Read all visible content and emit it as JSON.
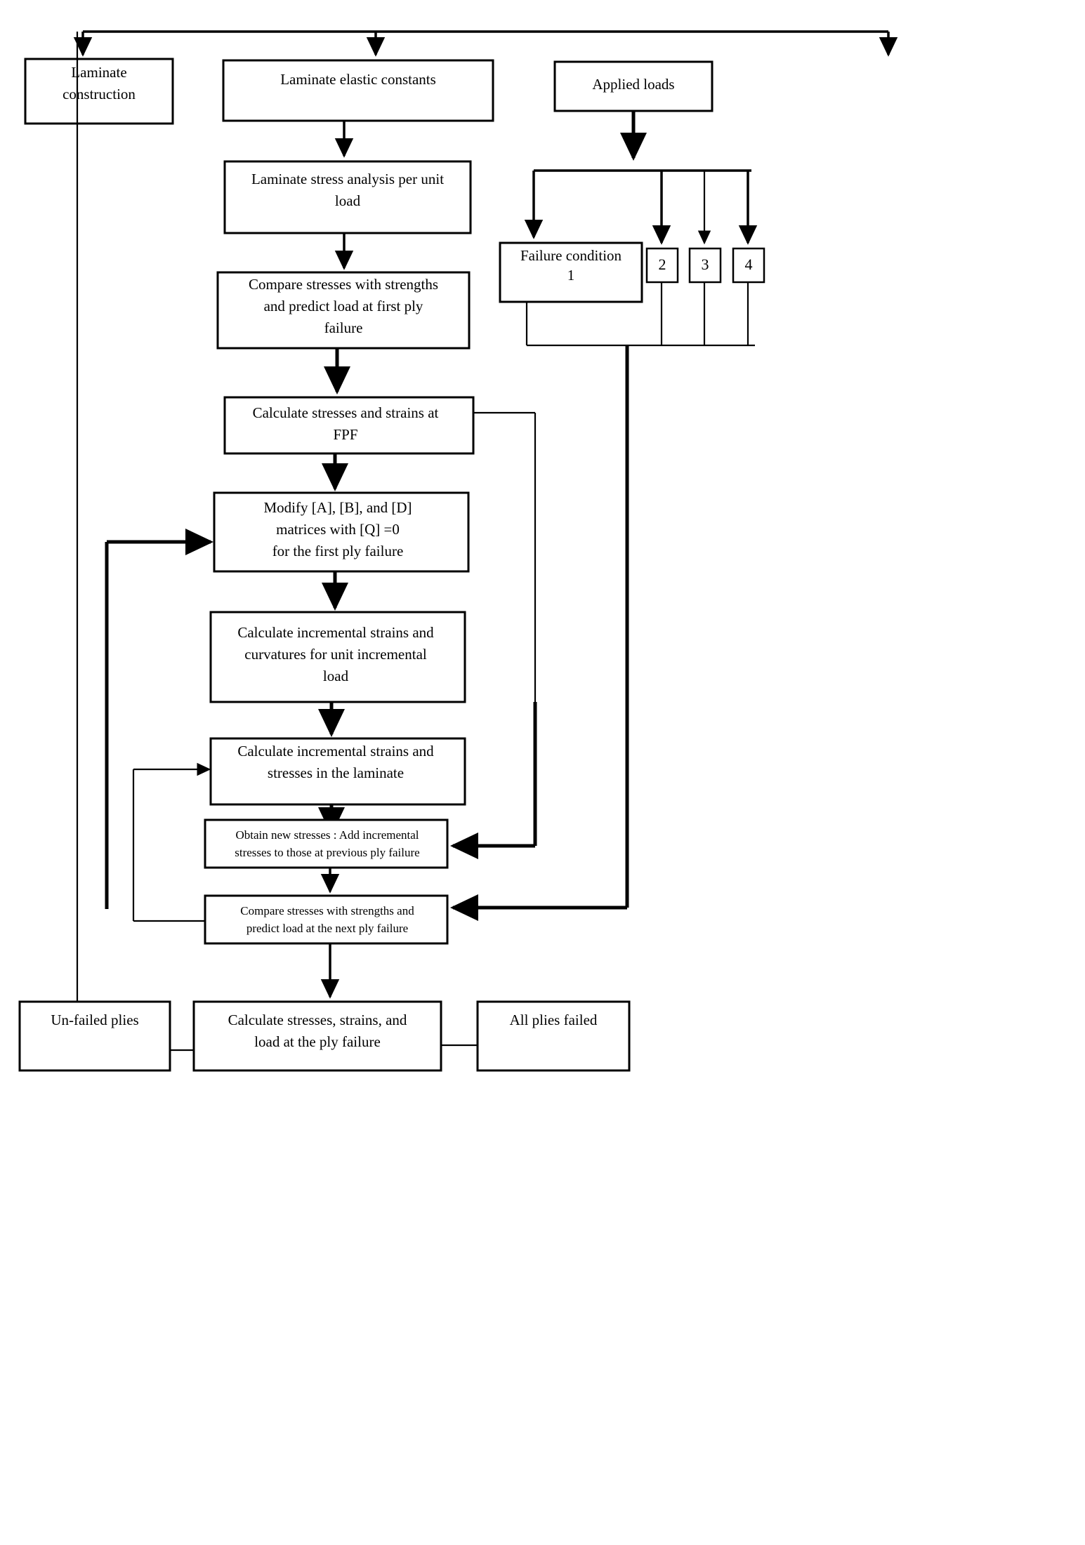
{
  "diagram": {
    "title": "Progressive ply failure analysis flowchart",
    "background_color": "#ffffff",
    "line_color": "#000000",
    "nodes": {
      "laminate_construction": {
        "line1": "Laminate",
        "line2": "construction"
      },
      "laminate_elastic_constants": {
        "line1": "Laminate elastic constants"
      },
      "applied_loads": {
        "line1": "Applied loads"
      },
      "laminate_stress_analysis": {
        "line1": "Laminate stress analysis per unit",
        "line2": "load"
      },
      "compare_first_ply": {
        "line1": "Compare stresses with strengths",
        "line2": "and predict load at first ply",
        "line3": "failure"
      },
      "failure_condition_1": {
        "line1": "Failure condition",
        "line2": "1"
      },
      "failure_condition_2": {
        "line1": "2"
      },
      "failure_condition_3": {
        "line1": "3"
      },
      "failure_condition_4": {
        "line1": "4"
      },
      "calculate_fpf": {
        "line1": "Calculate stresses and strains at",
        "line2": "FPF"
      },
      "modify_abd": {
        "line1": "Modify [A], [B], and [D]",
        "line2": "matrices with [Q] =0",
        "line3": "for the first ply failure"
      },
      "calc_incremental_curvatures": {
        "line1": "Calculate incremental strains and",
        "line2": "curvatures for unit incremental",
        "line3": "load"
      },
      "calc_incremental_laminate": {
        "line1": "Calculate incremental strains and",
        "line2": "stresses in the laminate"
      },
      "obtain_new_stresses": {
        "line1": "Obtain new stresses : Add incremental",
        "line2": "stresses to those at previous ply failure"
      },
      "compare_next_ply": {
        "line1": "Compare stresses with strengths  and",
        "line2": "predict load at the next ply failure"
      },
      "un_failed_plies": {
        "line1": "Un-failed plies"
      },
      "calculate_ply_failure": {
        "line1": "Calculate stresses, strains, and",
        "line2": "load at the ply failure"
      },
      "all_plies_failed": {
        "line1": "All plies failed"
      }
    }
  }
}
